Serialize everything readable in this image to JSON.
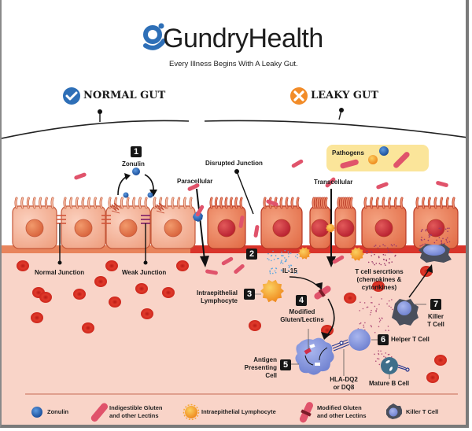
{
  "brand": {
    "name": "GundryHealth",
    "tagline": "Every Illness Begins With A Leaky Gut.",
    "logo_color": "#2e6fb7"
  },
  "sections": {
    "normal": {
      "title": "NORMAL GUT",
      "icon": "check-circle-icon",
      "color": "#2e6fb7"
    },
    "leaky": {
      "title": "LEAKY GUT",
      "icon": "x-circle-icon",
      "color": "#f28c28"
    }
  },
  "labels": {
    "zonulin": "Zonulin",
    "disrupted_junction": "Disrupted Junction",
    "paracellular": "Paracellular",
    "transcellular": "Transcellular",
    "pathogens": "Pathogens",
    "normal_junction": "Normal Junction",
    "weak_junction": "Weak Junction",
    "il15": "IL-15",
    "intraepithelial_lymphocyte": [
      "Intraepithelial",
      "Lymphocyte"
    ],
    "modified_gluten": [
      "Modified",
      "Gluten/Lectins"
    ],
    "t_cell_secretions": [
      "T cell sercrtions",
      "(chemokines &",
      "cytonkines)"
    ],
    "killer_t_cell": [
      "Killer",
      "T Cell"
    ],
    "helper_t_cell": "Helper T Cell",
    "antigen_presenting_cell": [
      "Antigen",
      "Presenting",
      "Cell"
    ],
    "hla": [
      "HLA-DQ2",
      "or DQ8"
    ],
    "mature_b_cell": "Mature B Cell"
  },
  "steps": [
    "1",
    "2",
    "3",
    "4",
    "5",
    "6",
    "7"
  ],
  "legend": [
    {
      "icon": "zonulin-icon",
      "label": [
        "Zonulin"
      ]
    },
    {
      "icon": "gluten-lectin-icon",
      "label": [
        "Indigestible Gluten",
        "and other Lectins"
      ]
    },
    {
      "icon": "lymphocyte-icon",
      "label": [
        "Intraepithelial Lymphocyte"
      ]
    },
    {
      "icon": "modified-gluten-icon",
      "label": [
        "Modified Gluten",
        "and other Lectins"
      ]
    },
    {
      "icon": "killer-t-cell-icon",
      "label": [
        "Killer T Cell"
      ]
    }
  ],
  "colors": {
    "tissue": "#f9d4c8",
    "cell": "#f0a384",
    "cell_border": "#c5583a",
    "nucleus": "#e07348",
    "leaky_cell": "#ea7f5c",
    "leaky_nucleus": "#c8323a",
    "membrane": "#e8845c",
    "leaky_membrane": "#d9342b",
    "rbc": "#d8231c",
    "gluten": "#e0536b",
    "lymphocyte": "#f6a533",
    "zonulin": "#2560b0",
    "apc": "#7f8fd6",
    "killer": "#4a4f5c",
    "b_cell": "#3f6f8a",
    "pathogen_box": "#fbe59a"
  }
}
